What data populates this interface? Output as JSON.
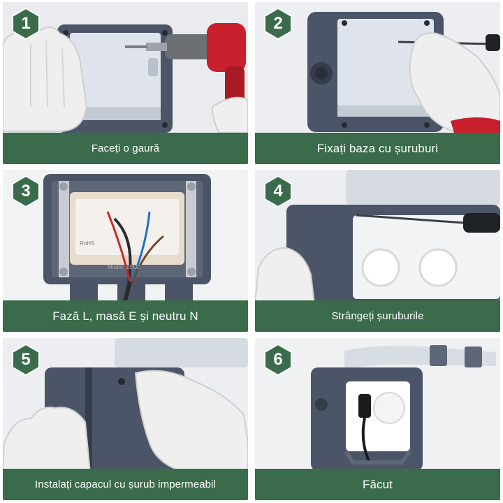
{
  "steps": [
    {
      "number": "1",
      "caption": "Faceți o gaură"
    },
    {
      "number": "2",
      "caption": "Fixați baza cu șuruburi"
    },
    {
      "number": "3",
      "caption": "Fază L, masă E și neutru N"
    },
    {
      "number": "4",
      "caption": "Strângeți șuruburile"
    },
    {
      "number": "5",
      "caption": "Instalați capacul cu șurub impermeabil"
    },
    {
      "number": "6",
      "caption": "Făcut"
    }
  ],
  "labels": {
    "model_text": "Model: ZEU2",
    "rohs_mark": "RoHS"
  },
  "colors": {
    "caption_bg": "#3a6b4a",
    "badge_bg": "#3a6b4a",
    "housing": "#4b5567",
    "housing_dark": "#353d4b",
    "wall": "#eef0f3",
    "glove": "#eeeeee",
    "drill_red": "#c8202c"
  }
}
